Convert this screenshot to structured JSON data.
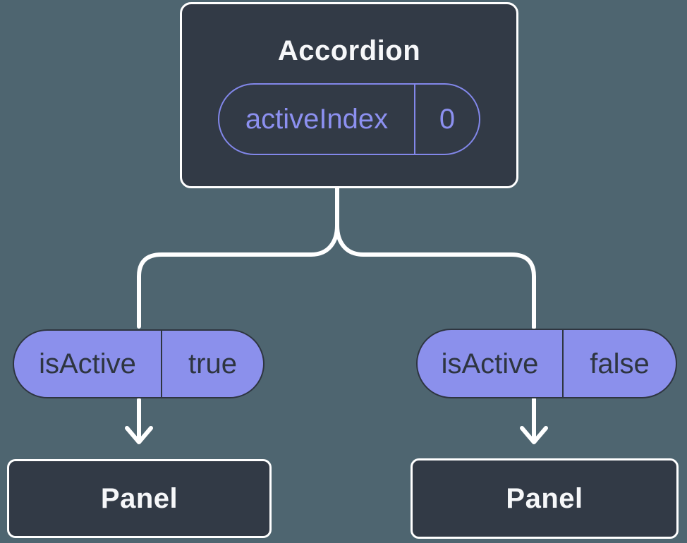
{
  "root_component": {
    "title": "Accordion",
    "state": {
      "name": "activeIndex",
      "value": "0"
    }
  },
  "children": [
    {
      "prop": {
        "name": "isActive",
        "value": "true"
      },
      "component": {
        "title": "Panel"
      }
    },
    {
      "prop": {
        "name": "isActive",
        "value": "false"
      },
      "component": {
        "title": "Panel"
      }
    }
  ],
  "colors": {
    "background": "#4E6570",
    "node_fill": "#323A46",
    "node_border": "#FFFFFF",
    "state_accent": "#8287EA",
    "prop_fill": "#8B90EC",
    "prop_text": "#2E3540",
    "connector": "#FFFFFF"
  }
}
